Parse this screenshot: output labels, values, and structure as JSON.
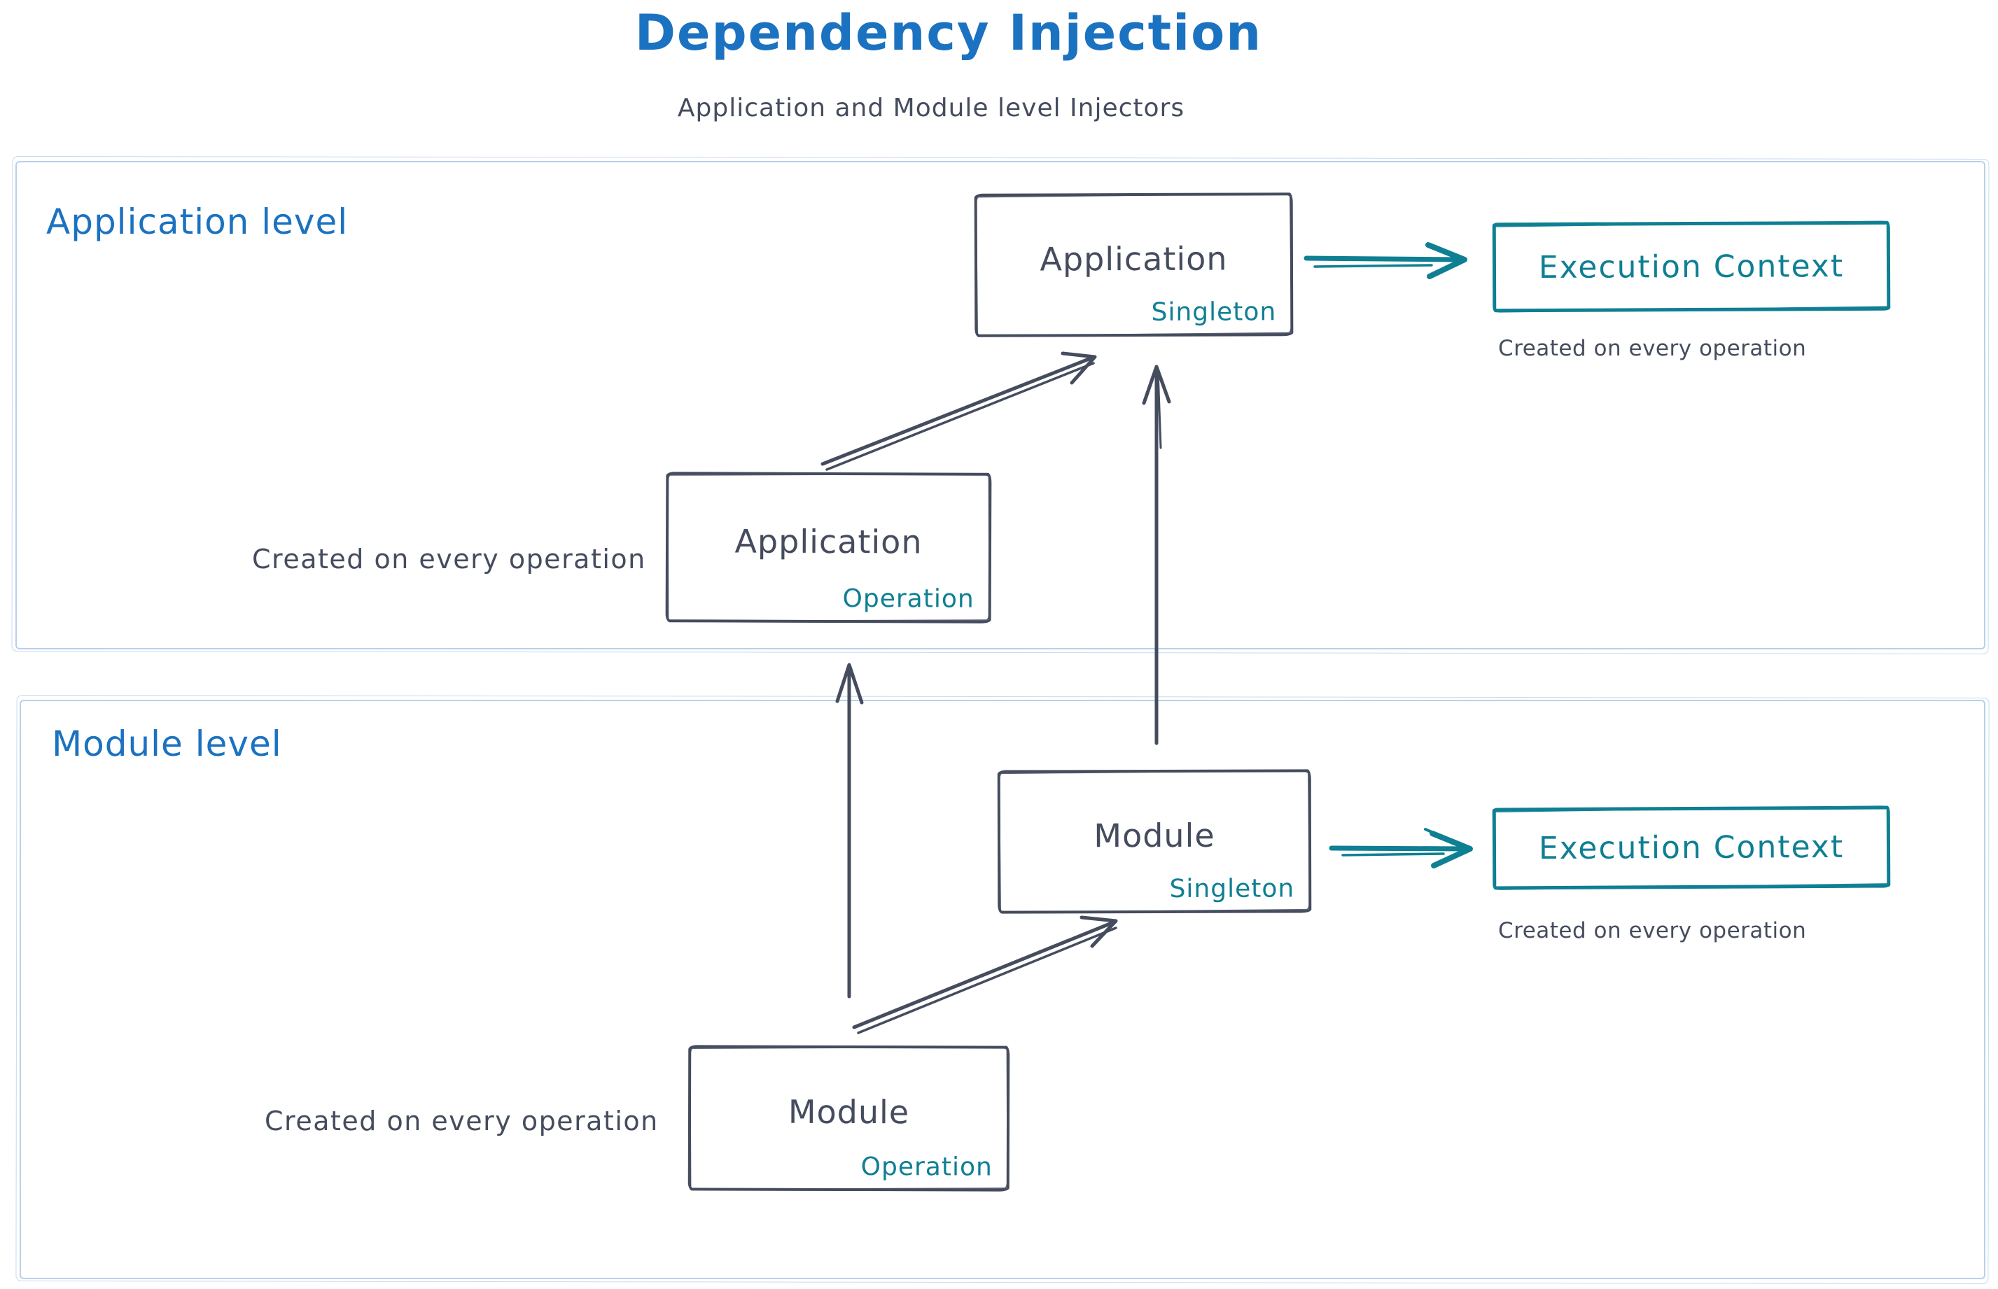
{
  "title": "Dependency Injection",
  "subtitle": "Application and Module level Injectors",
  "colors": {
    "accent_blue": "#1b72c0",
    "ink": "#454c5e",
    "teal": "#0f7f93",
    "frame_blue": "#b9d0ea"
  },
  "application_level": {
    "label": "Application level",
    "singleton": {
      "title": "Application",
      "scope": "Singleton"
    },
    "operation": {
      "title": "Application",
      "scope": "Operation"
    },
    "operation_caption": "Created on every operation",
    "execution": {
      "label": "Execution Context",
      "caption": "Created on every operation"
    }
  },
  "module_level": {
    "label": "Module level",
    "singleton": {
      "title": "Module",
      "scope": "Singleton"
    },
    "operation": {
      "title": "Module",
      "scope": "Operation"
    },
    "operation_caption": "Created on every operation",
    "execution": {
      "label": "Execution Context",
      "caption": "Created on every operation"
    }
  },
  "arrows": [
    {
      "from": "application-operation",
      "to": "application-singleton"
    },
    {
      "from": "module-singleton",
      "to": "application-singleton"
    },
    {
      "from": "module-operation",
      "to": "application-operation"
    },
    {
      "from": "module-operation",
      "to": "module-singleton"
    },
    {
      "from": "application-singleton",
      "to": "application-execution-context"
    },
    {
      "from": "module-singleton",
      "to": "module-execution-context"
    }
  ]
}
